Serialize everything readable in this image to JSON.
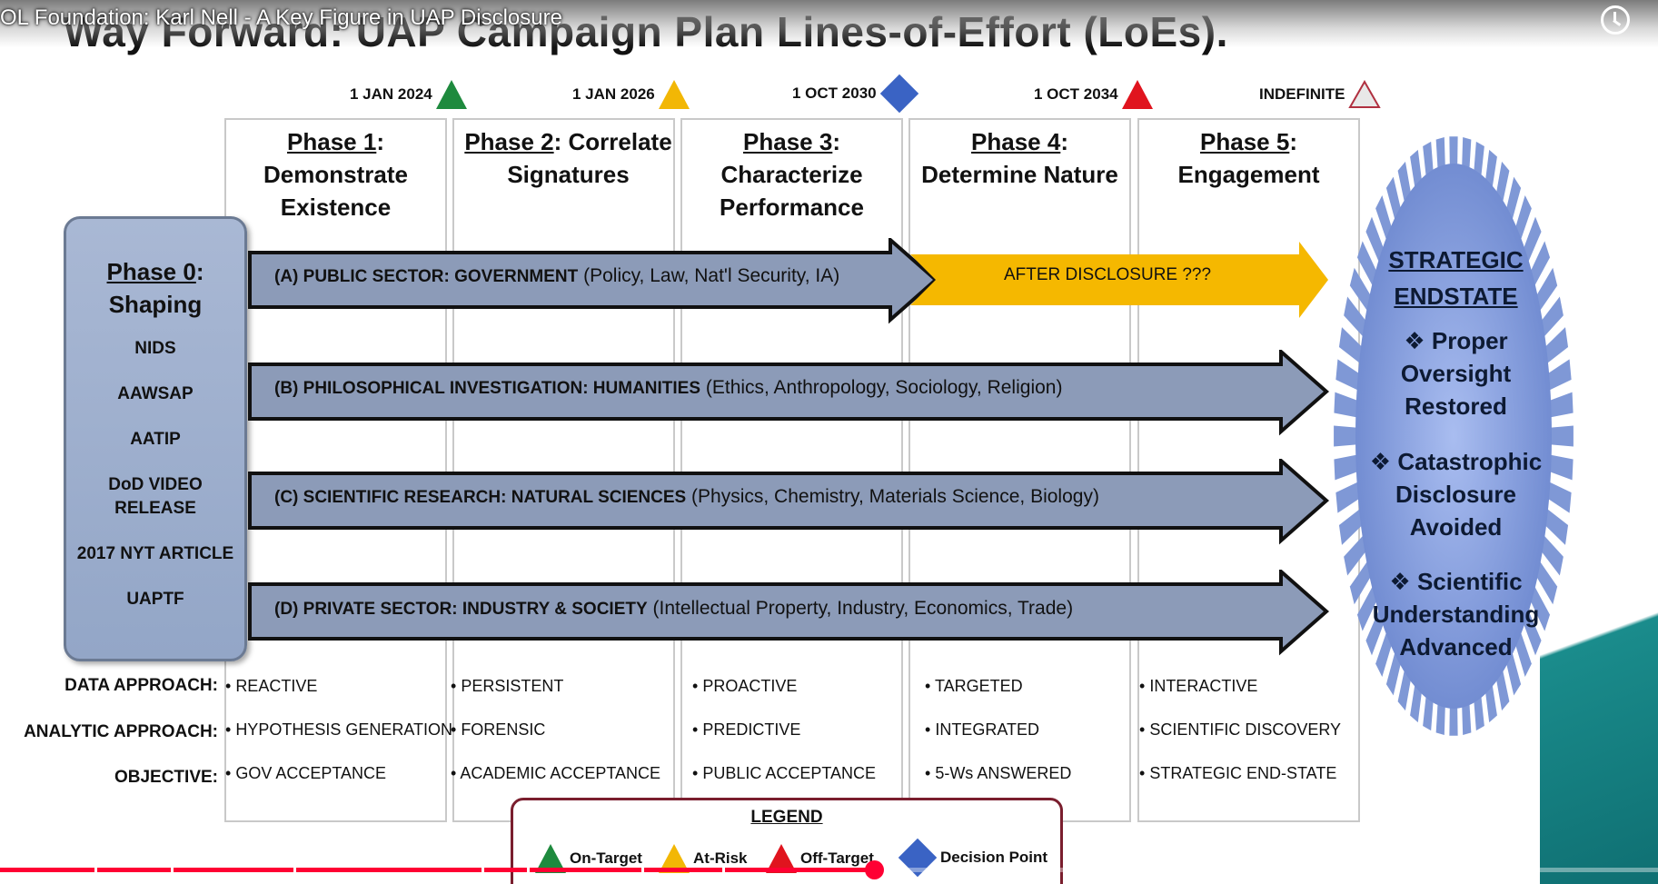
{
  "video": {
    "title": "OL Foundation: Karl Nell - A Key Figure in UAP Disclosure"
  },
  "slide": {
    "title": "Way Forward:  UAP Campaign Plan Lines-of-Effort (LoEs).",
    "milestones": [
      {
        "label": "1 JAN 2024",
        "marker": "triangle",
        "color": "#1e8a3e"
      },
      {
        "label": "1 JAN 2026",
        "marker": "triangle",
        "color": "#f2b705"
      },
      {
        "label": "1 OCT 2030",
        "marker": "diamond",
        "color": "#3a63c4"
      },
      {
        "label": "1 OCT 2034",
        "marker": "triangle",
        "color": "#e0141e"
      },
      {
        "label": "INDEFINITE",
        "marker": "triangle-outline",
        "color": "#d0d0d0"
      }
    ],
    "phases": [
      {
        "num": "Phase 1",
        "title_lines": [
          "Demonstrate",
          "Existence"
        ]
      },
      {
        "num": "Phase 2",
        "title_lines": [
          "Signatures"
        ],
        "title_inline": "Correlate"
      },
      {
        "num": "Phase 3",
        "title_lines": [
          "Characterize",
          "Performance"
        ]
      },
      {
        "num": "Phase 4",
        "title_lines": [
          "Determine Nature"
        ]
      },
      {
        "num": "Phase 5",
        "title_lines": [
          "Engagement"
        ]
      }
    ],
    "phase0": {
      "num": "Phase 0",
      "title": "Shaping",
      "items": [
        "NIDS",
        "AAWSAP",
        "AATIP",
        "DoD VIDEO",
        "RELEASE",
        "2017 NYT ARTICLE",
        "UAPTF"
      ]
    },
    "lines_of_effort": [
      {
        "prefix": "(A) PUBLIC SECTOR:  GOVERNMENT",
        "detail": " (Policy, Law, Nat'l Security, IA)"
      },
      {
        "prefix": "(B) PHILOSOPHICAL INVESTIGATION:  HUMANITIES",
        "detail": " (Ethics, Anthropology, Sociology, Religion)"
      },
      {
        "prefix": "(C) SCIENTIFIC RESEARCH:  NATURAL SCIENCES",
        "detail": " (Physics, Chemistry, Materials Science, Biology)"
      },
      {
        "prefix": "(D) PRIVATE SECTOR:  INDUSTRY & SOCIETY",
        "detail": " (Intellectual Property, Industry, Economics, Trade)"
      }
    ],
    "after_disclosure": "AFTER DISCLOSURE ???",
    "rows": {
      "labels": [
        "DATA APPROACH:",
        "ANALYTIC APPROACH:",
        "OBJECTIVE:"
      ],
      "cells": [
        [
          "REACTIVE",
          "PERSISTENT",
          "PROACTIVE",
          "TARGETED",
          "INTERACTIVE"
        ],
        [
          "HYPOTHESIS GENERATION",
          "FORENSIC",
          "PREDICTIVE",
          "INTEGRATED",
          "SCIENTIFIC DISCOVERY"
        ],
        [
          "GOV ACCEPTANCE",
          "ACADEMIC ACCEPTANCE",
          "PUBLIC ACCEPTANCE",
          "5-Ws ANSWERED",
          "STRATEGIC END-STATE"
        ]
      ]
    },
    "endstate": {
      "title_lines": [
        "STRATEGIC",
        "ENDSTATE"
      ],
      "bullet": "❖",
      "goals": [
        [
          "Proper",
          "Oversight",
          "Restored"
        ],
        [
          "Catastrophic",
          "Disclosure",
          "Avoided"
        ],
        [
          "Scientific",
          "Understanding",
          "Advanced"
        ]
      ]
    },
    "legend": {
      "title": "LEGEND",
      "items": [
        "On-Target",
        "At-Risk",
        "Off-Target",
        "Decision Point"
      ]
    }
  },
  "colors": {
    "arrow_fill": "#8c9bb8",
    "after_disclosure_fill": "#f5b800",
    "endstate_fill": "#7f98d6",
    "progress": "#ff0033"
  },
  "player": {
    "progress": 0.527
  }
}
